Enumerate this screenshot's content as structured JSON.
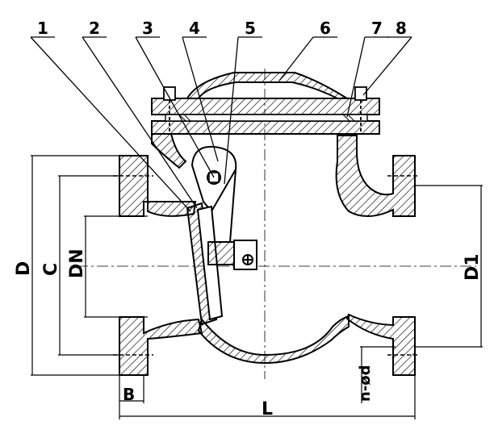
{
  "callouts": [
    "1",
    "2",
    "3",
    "4",
    "5",
    "6",
    "7",
    "8"
  ],
  "dimensions": {
    "D": "D",
    "C": "C",
    "DN": "DN",
    "D1": "D1",
    "B": "B",
    "L": "L",
    "n_phi_d": "n-ød"
  },
  "colors": {
    "ink": "#000000",
    "background": "#ffffff"
  }
}
